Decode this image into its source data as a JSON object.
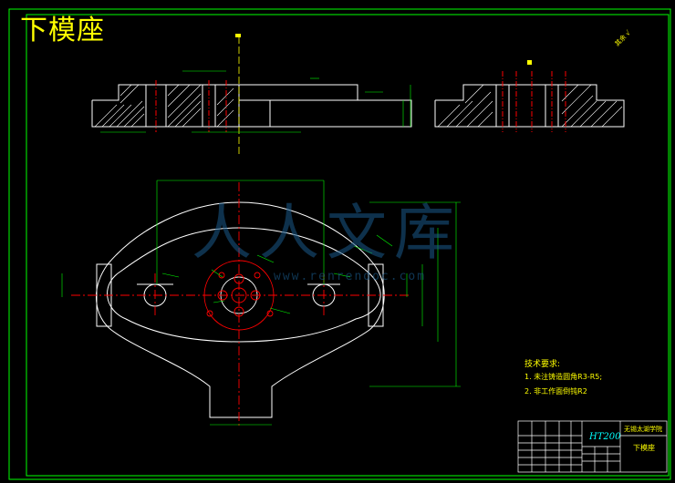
{
  "drawing": {
    "title": "下模座",
    "material": "HT200",
    "part_name": "下模座",
    "school": "无锡太湖学院",
    "notes": {
      "heading": "技术要求:",
      "items": [
        "1. 未注铸造圆角R3-R5;",
        "2. 非工作面倒钝R2"
      ]
    },
    "roughness": "其余 √",
    "watermark": "人人文库",
    "watermark_url": "www.renrendoc.com"
  },
  "colors": {
    "background": "#000000",
    "outline": "#ffffff",
    "dimension": "#00ff00",
    "center_line": "#ff0000",
    "text": "#ffff00",
    "frame": "#00ff00"
  }
}
